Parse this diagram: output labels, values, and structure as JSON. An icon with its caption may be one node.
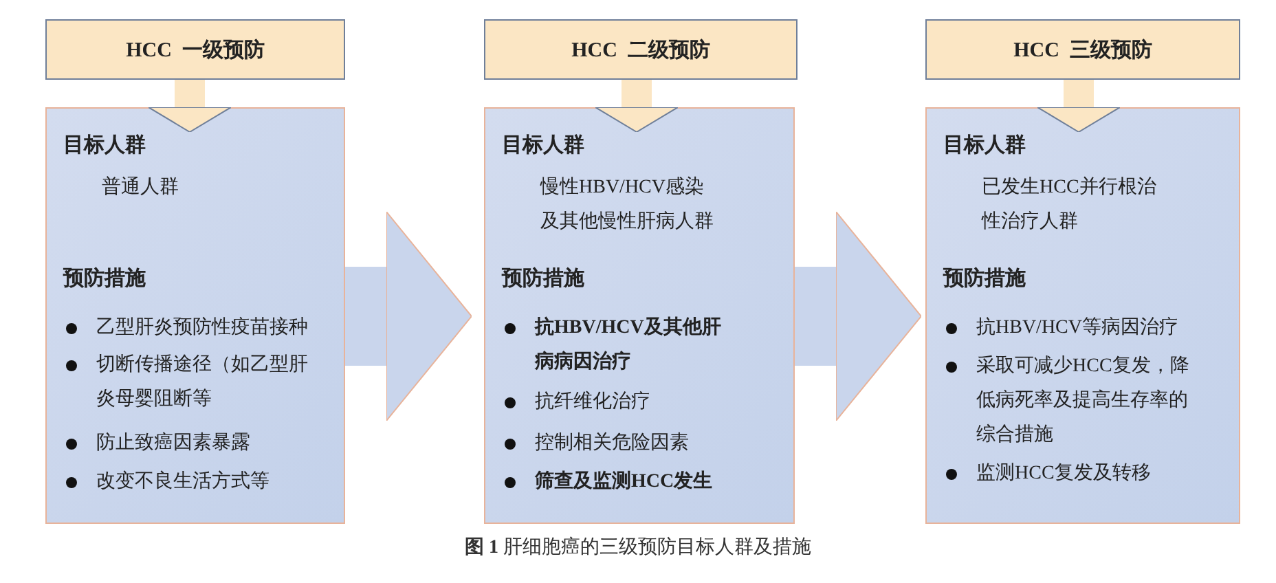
{
  "diagram": {
    "caption": "**图 1** 肝细胞癌的三级预防目标人群及措施",
    "nodes": [
      {
        "text": [
          "HCC  一级预防"
        ]
      },
      {
        "text": [
          "目标人群",
          "普通人群",
          "预防措施",
          "乙型肝炎预防性疫苗接种",
          "切断传播途径（如乙型肝炎母婴阻断等",
          "防止致癌因素暴露",
          "改变不良生活方式等"
        ]
      },
      {
        "text": [
          "HCC  二级预防"
        ]
      },
      {
        "text": [
          "目标人群",
          "慢性HBV/HCV感染及其他慢性肝病人群",
          "预防措施",
          "抗HBV/HCV及其他肝病病因治疗",
          "抗纤维化治疗",
          "控制相关危险因素",
          "筛查及监测HCC发生"
        ]
      },
      {
        "text": [
          "HCC  三级预防"
        ]
      },
      {
        "text": [
          "目标人群",
          "已发生HCC并行根治性治疗人群",
          "预防措施",
          "抗HBV/HCV等病因治疗",
          "采取可减少HCC复发，降低病死率及提高生存率的综合措施",
          "监测HCC复发及转移"
        ]
      }
    ],
    "edges": [
      {
        "from": 0,
        "to": 1,
        "arrow": "to",
        "color": "#fbe6c4"
      },
      {
        "from": 1,
        "to": 3,
        "arrow": "to",
        "style": "thick",
        "color": "#c9d5ec"
      },
      {
        "from": 2,
        "to": 3,
        "arrow": "to",
        "color": "#fbe6c4"
      },
      {
        "from": 3,
        "to": 5,
        "arrow": "to",
        "style": "thick",
        "color": "#c9d5ec"
      },
      {
        "from": 4,
        "to": 5,
        "arrow": "to",
        "color": "#fbe6c4"
      }
    ]
  }
}
